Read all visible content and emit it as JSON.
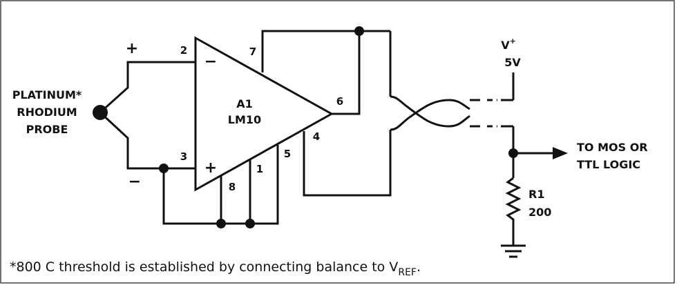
{
  "probe": {
    "line1": "PLATINUM*",
    "line2": "RHODIUM",
    "line3": "PROBE",
    "plus": "+",
    "minus": "−"
  },
  "amplifier": {
    "name": "A1",
    "part": "LM10",
    "inv_sign": "−",
    "noninv_sign": "+",
    "pins": [
      "2",
      "3",
      "7",
      "6",
      "4",
      "5",
      "1",
      "8"
    ]
  },
  "supply": {
    "label": "V",
    "sup": "+",
    "value": "5V"
  },
  "output": {
    "line1": "TO MOS OR",
    "line2": "TTL LOGIC"
  },
  "resistor": {
    "name": "R1",
    "value": "200"
  },
  "footnote": {
    "text": "*800 C threshold is established by connecting balance to V",
    "subscript": "REF",
    "end": "."
  }
}
